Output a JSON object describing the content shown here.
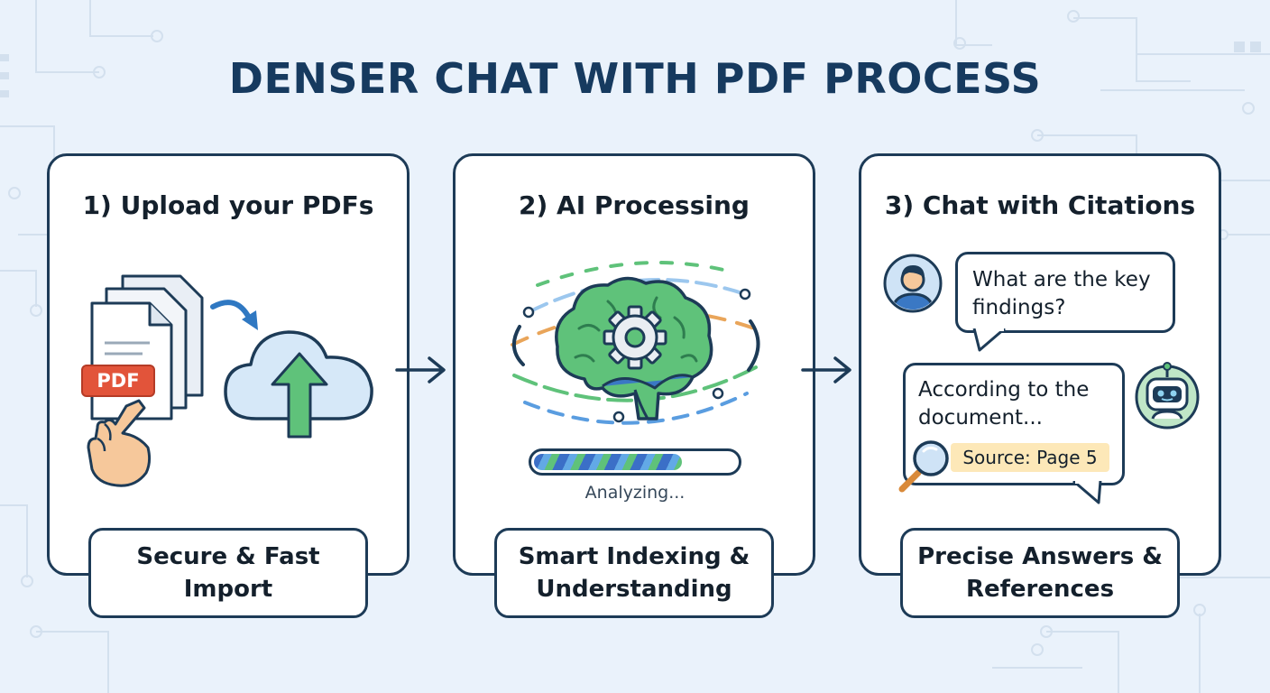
{
  "title": "DENSER CHAT WITH PDF PROCESS",
  "steps": [
    {
      "title": "1) Upload your PDFs",
      "caption": "Secure & Fast Import",
      "badge": "PDF"
    },
    {
      "title": "2) AI Processing",
      "caption": "Smart Indexing & Understanding",
      "status": "Analyzing...",
      "progress": 0.74
    },
    {
      "title": "3) Chat with Citations",
      "caption": "Precise Answers & References",
      "question": "What are the key findings?",
      "answer": "According to the document...",
      "source": "Source: Page 5"
    }
  ],
  "icons": [
    "document-stack-icon",
    "pointing-hand-icon",
    "curved-arrow-icon",
    "cloud-upload-icon",
    "brain-gear-icon",
    "data-swirl-icon",
    "user-avatar-icon",
    "robot-avatar-icon",
    "magnifier-icon",
    "flow-arrow-icon"
  ],
  "colors": {
    "title": "#163a5f",
    "border": "#1d3b57",
    "background": "#eaf2fb",
    "pdf_badge": "#e2543a",
    "brain": "#5fc27a",
    "source_highlight": "#fde8b8"
  }
}
